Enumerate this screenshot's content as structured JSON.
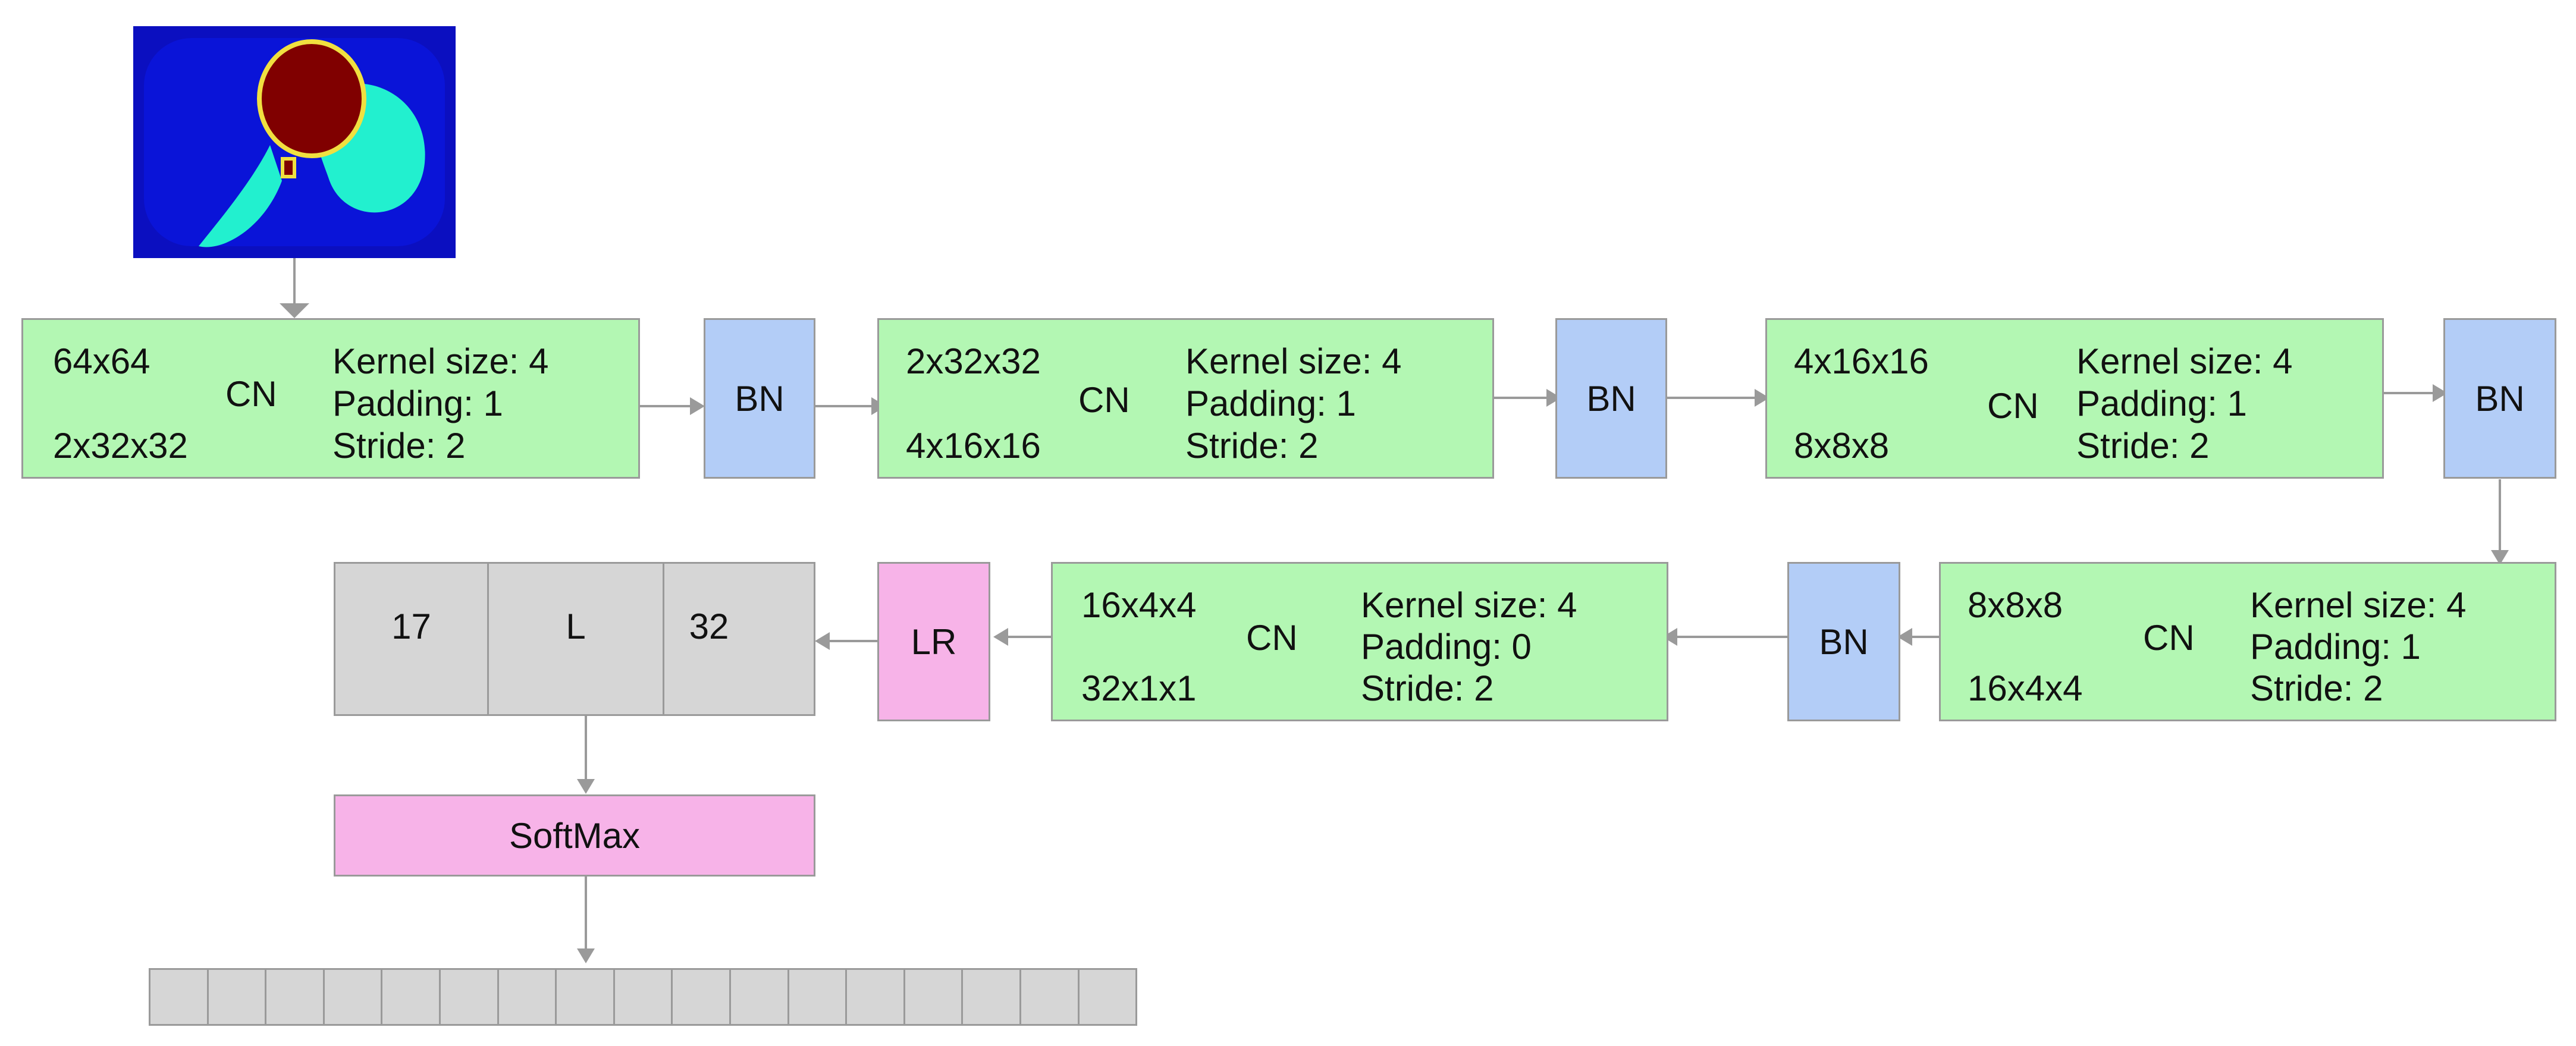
{
  "cn_blocks": [
    {
      "in": "64x64",
      "out": "2x32x32",
      "label": "CN",
      "kernel": "Kernel size: 4",
      "padding": "Padding: 1",
      "stride": "Stride: 2"
    },
    {
      "in": "2x32x32",
      "out": "4x16x16",
      "label": "CN",
      "kernel": "Kernel size: 4",
      "padding": "Padding: 1",
      "stride": "Stride: 2"
    },
    {
      "in": "4x16x16",
      "out": "8x8x8",
      "label": "CN",
      "kernel": "Kernel size: 4",
      "padding": "Padding: 1",
      "stride": "Stride: 2"
    },
    {
      "in": "8x8x8",
      "out": "16x4x4",
      "label": "CN",
      "kernel": "Kernel size: 4",
      "padding": "Padding: 1",
      "stride": "Stride: 2"
    },
    {
      "in": "16x4x4",
      "out": "32x1x1",
      "label": "CN",
      "kernel": "Kernel size: 4",
      "padding": "Padding: 0",
      "stride": "Stride: 2"
    }
  ],
  "bn_label": "BN",
  "lr_label": "LR",
  "linear": {
    "left": "17",
    "middle": "L",
    "right": "32"
  },
  "softmax_label": "SoftMax",
  "colors": {
    "cn": "#b3f7b3",
    "bn": "#b3cdf7",
    "lr": "#f7b3e8",
    "gray": "#d6d6d6",
    "arrow": "#9a9a9a"
  }
}
